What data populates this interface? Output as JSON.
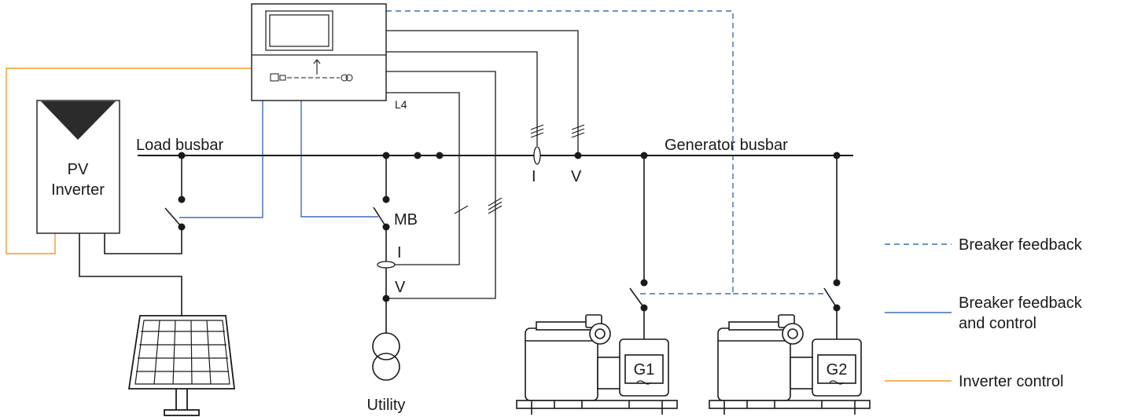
{
  "labels": {
    "load_busbar": "Load busbar",
    "generator_busbar": "Generator busbar",
    "pv_inverter_line1": "PV",
    "pv_inverter_line2": "Inverter",
    "mb": "MB",
    "utility": "Utility",
    "l4": "L4",
    "i_upper": "I",
    "v_upper": "V",
    "i_lower": "I",
    "v_lower": "V",
    "g1": "G1",
    "g2": "G2"
  },
  "legend": {
    "breaker_feedback": "Breaker feedback",
    "breaker_feedback_and_control_line1": "Breaker feedback",
    "breaker_feedback_and_control_line2": "and control",
    "inverter_control": "Inverter control"
  },
  "colors": {
    "wire": "#1a1a1a",
    "control_blue": "#3c6fb4",
    "inverter_orange": "#f39b2a",
    "pv_triangle": "#2b2b2b"
  }
}
